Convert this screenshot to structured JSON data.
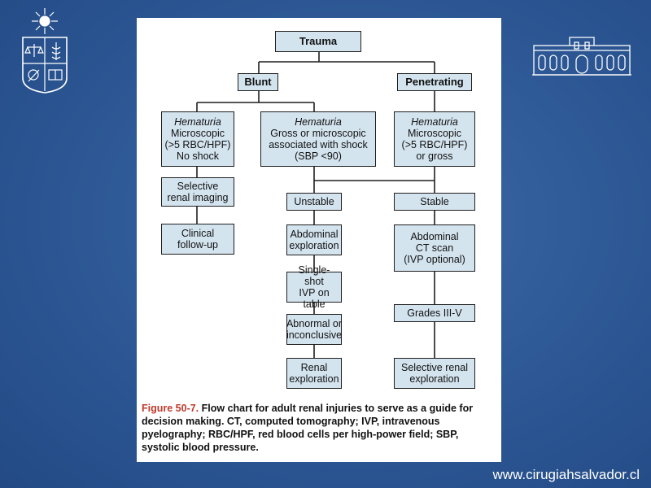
{
  "nodes": {
    "trauma": "Trauma",
    "blunt": "Blunt",
    "penetrating": "Penetrating",
    "hem1": {
      "title": "Hematuria",
      "body": "Microscopic\n(>5 RBC/HPF)\nNo shock"
    },
    "hem2": {
      "title": "Hematuria",
      "body": "Gross or microscopic\nassociated with shock\n(SBP <90)"
    },
    "hem3": {
      "title": "Hematuria",
      "body": "Microscopic\n(>5 RBC/HPF)\nor gross"
    },
    "selective_imaging": "Selective\nrenal imaging",
    "clinical_followup": "Clinical\nfollow-up",
    "unstable": "Unstable",
    "stable": "Stable",
    "abdominal_exploration": "Abdominal\nexploration",
    "abdominal_ct": "Abdominal\nCT scan\n(IVP optional)",
    "single_shot_ivp": "Single-shot\nIVP on table",
    "abnormal": "Abnormal or\ninconclusive",
    "grades": "Grades III-V",
    "renal_exploration": "Renal\nexploration",
    "selective_renal_exploration": "Selective renal\nexploration"
  },
  "caption": {
    "figure_label": "Figure 50-7.",
    "text": "Flow chart for adult renal injuries to serve as a guide for decision making. CT, computed tomography; IVP, intravenous pyelography; RBC/HPF, red blood cells per high-power field; SBP, systolic blood pressure."
  },
  "footer": "www.cirugiahsalvador.cl",
  "colors": {
    "background": "#2f5b98",
    "node_fill": "#d4e4ef",
    "figure_label": "#c0392b"
  }
}
